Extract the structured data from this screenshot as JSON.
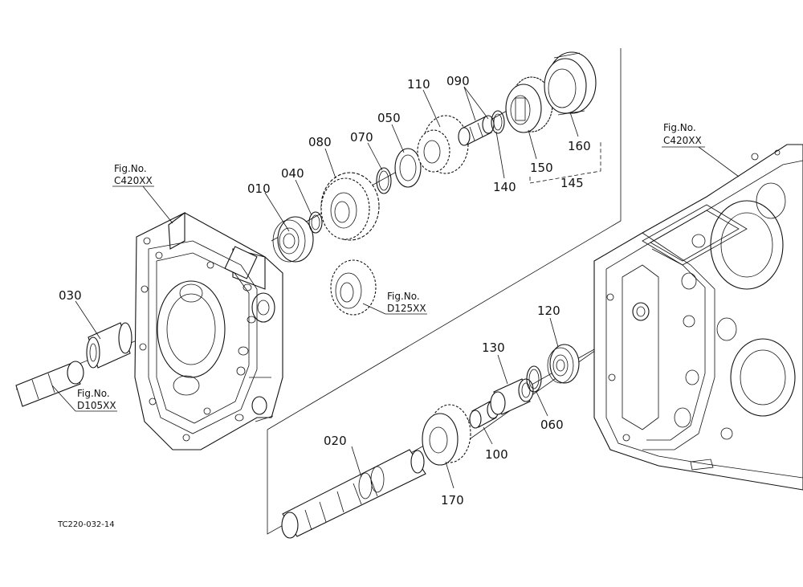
{
  "parts": [
    {
      "key": "p010",
      "label": "010"
    },
    {
      "key": "p020",
      "label": "020"
    },
    {
      "key": "p030",
      "label": "030"
    },
    {
      "key": "p040",
      "label": "040"
    },
    {
      "key": "p050",
      "label": "050"
    },
    {
      "key": "p060",
      "label": "060"
    },
    {
      "key": "p070",
      "label": "070"
    },
    {
      "key": "p080",
      "label": "080"
    },
    {
      "key": "p090",
      "label": "090"
    },
    {
      "key": "p100",
      "label": "100"
    },
    {
      "key": "p110",
      "label": "110"
    },
    {
      "key": "p120",
      "label": "120"
    },
    {
      "key": "p130",
      "label": "130"
    },
    {
      "key": "p140",
      "label": "140"
    },
    {
      "key": "p145",
      "label": "145"
    },
    {
      "key": "p150",
      "label": "150"
    },
    {
      "key": "p160",
      "label": "160"
    },
    {
      "key": "p170",
      "label": "170"
    }
  ],
  "figure_refs": [
    {
      "key": "left_housing",
      "title": "Fig.No.",
      "code": "C420XX"
    },
    {
      "key": "right_housing",
      "title": "Fig.No.",
      "code": "C420XX"
    },
    {
      "key": "lower_gear",
      "title": "Fig.No.",
      "code": "D125XX"
    },
    {
      "key": "input_shaft",
      "title": "Fig.No.",
      "code": "D105XX"
    }
  ],
  "drawing_code": "TC220-032-14"
}
